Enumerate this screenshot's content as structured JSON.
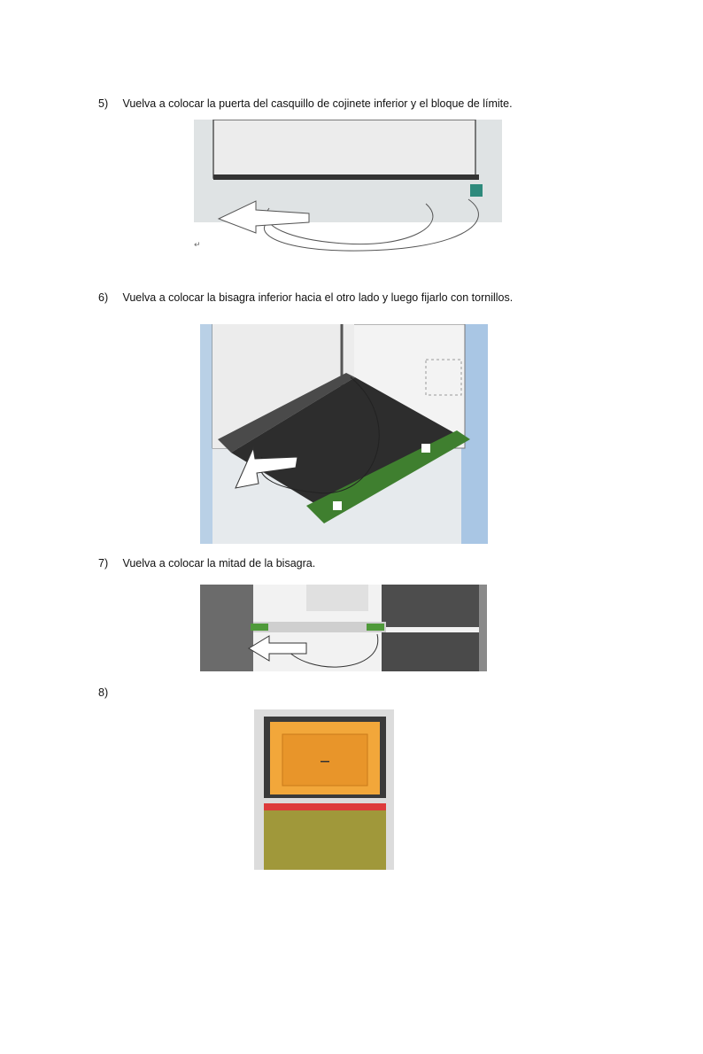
{
  "steps": [
    {
      "number": "5)",
      "text": "Vuelva a colocar la puerta del casquillo de cojinete inferior y el bloque de límite."
    },
    {
      "number": "6)",
      "text": "Vuelva a colocar la bisagra inferior hacia el otro lado y luego fijarlo con tornillos."
    },
    {
      "number": "7)",
      "text": "Vuelva a colocar la mitad de la bisagra."
    },
    {
      "number": "8)",
      "text": ""
    }
  ],
  "marks": {
    "return": "↵"
  },
  "colors": {
    "door_top": "#f2a73a",
    "door_stripe": "#dd3b3b",
    "door_bottom": "#a0983a",
    "hinge_green": "#4f9a3a",
    "sky_blue": "#a9c6e4"
  }
}
